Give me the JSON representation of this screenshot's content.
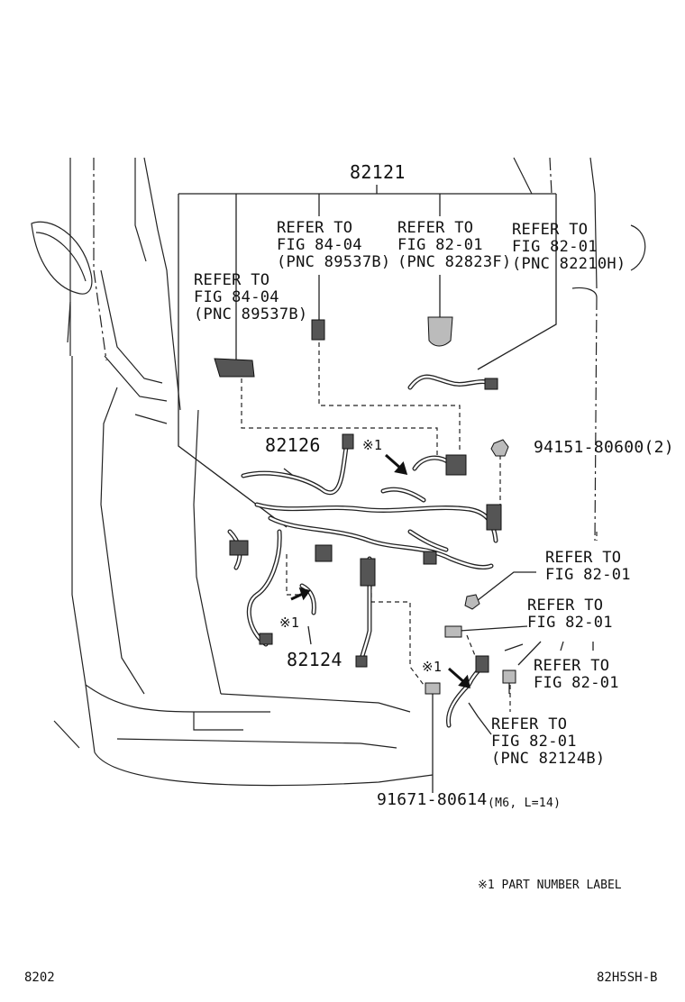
{
  "main_part": "82121",
  "refs": {
    "ref_a": {
      "line1": "REFER TO",
      "line2": "FIG 84-04",
      "line3": "(PNC 89537B)"
    },
    "ref_b": {
      "line1": "REFER TO",
      "line2": "FIG 82-01",
      "line3": "(PNC 82823F)"
    },
    "ref_c": {
      "line1": "REFER TO",
      "line2": "FIG 82-01",
      "line3": "(PNC 82210H)"
    },
    "ref_d": {
      "line1": "REFER TO",
      "line2": "FIG 84-04",
      "line3": "(PNC 89537B)"
    },
    "ref_e": {
      "line1": "REFER TO",
      "line2": "FIG 82-01"
    },
    "ref_f": {
      "line1": "REFER TO",
      "line2": "FIG 82-01"
    },
    "ref_g": {
      "line1": "REFER TO",
      "line2": "FIG 82-01"
    },
    "ref_h": {
      "line1": "REFER TO",
      "line2": "FIG 82-01",
      "line3": "(PNC 82124B)"
    }
  },
  "parts": {
    "p82126": "82126",
    "p82124": "82124",
    "nut_part": "94151-80600(2)",
    "bolt_part": "91671-80614",
    "bolt_spec": "(M6, L=14)"
  },
  "marks": {
    "mark1": "※1",
    "mark2": "※1",
    "mark3": "※1"
  },
  "footnote": "※1 PART NUMBER LABEL",
  "footer": {
    "fig_number": "8202",
    "diagram_code": "82H5SH-B"
  }
}
